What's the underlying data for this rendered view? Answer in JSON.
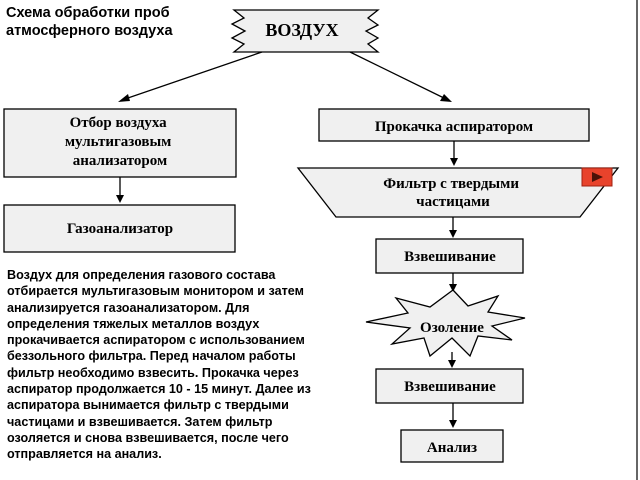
{
  "title_lines": [
    "Схема обработки проб",
    "атмосферного воздуха"
  ],
  "nodes": {
    "air": {
      "label": "ВОЗДУХ"
    },
    "sampling": {
      "lines": [
        "Отбор воздуха",
        "мультигазовым",
        "анализатором"
      ]
    },
    "gas_analyzer": {
      "label": "Газоанализатор"
    },
    "pumping": {
      "label": "Прокачка аспиратором"
    },
    "filter": {
      "lines": [
        "Фильтр с твердыми",
        "частицами"
      ]
    },
    "weighing_1": {
      "label": "Взвешивание"
    },
    "ashing": {
      "label": "Озоление"
    },
    "weighing_2": {
      "label": "Взвешивание"
    },
    "analysis": {
      "label": "Анализ"
    }
  },
  "description_lines": [
    "Воздух для определения газового состава",
    "отбирается мультигазовым монитором и затем",
    "анализируется газоанализатором. Для",
    "определения тяжелых металлов воздух",
    "прокачивается аспиратором с использованием",
    "беззольного фильтра. Перед началом работы",
    "фильтр необходимо взвесить. Прокачка через",
    "аспиратор продолжается 10 - 15 минут. Далее из",
    "аспиратора вынимается фильтр с твердыми",
    "частицами и взвешивается. Затем фильтр",
    "озоляется и снова взвешивается, после чего",
    "отправляется на анализ."
  ],
  "colors": {
    "play_button": "#e8432c",
    "box_fill": "#f0f0f0"
  },
  "icons": {
    "play_button": "play-icon"
  }
}
